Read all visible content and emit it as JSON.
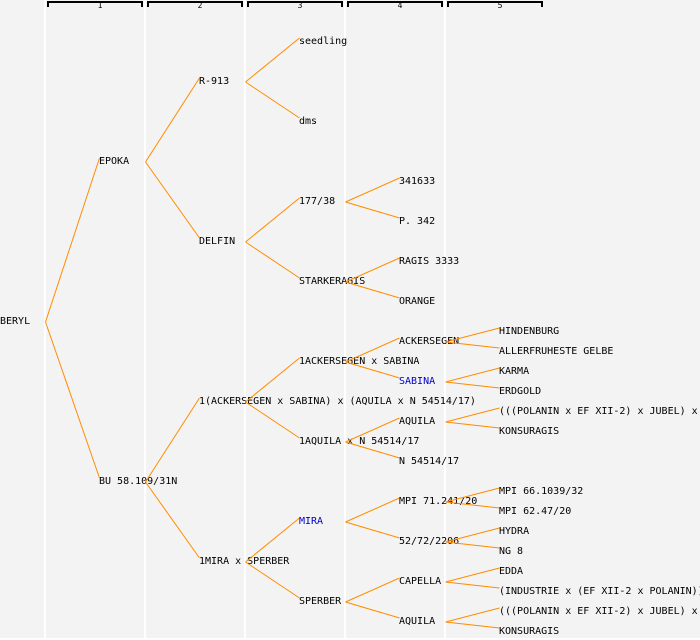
{
  "title": "Pedigree tree of BERYL",
  "colors": {
    "edge": "#ff8c00",
    "highlight": "#0000cc",
    "background": "#f3f3f3",
    "text": "#000000"
  },
  "generations": [
    "1",
    "2",
    "3",
    "4",
    "5"
  ],
  "tree": {
    "label": "BERYL",
    "children": [
      {
        "label": "EPOKA",
        "children": [
          {
            "label": "R-913",
            "children": [
              {
                "label": "seedling"
              },
              {
                "label": "dms"
              }
            ]
          },
          {
            "label": "DELFIN",
            "children": [
              {
                "label": "177/38",
                "children": [
                  {
                    "label": "341633"
                  },
                  {
                    "label": "P. 342"
                  }
                ]
              },
              {
                "label": "STARKERAGIS",
                "children": [
                  {
                    "label": "RAGIS 3333"
                  },
                  {
                    "label": "ORANGE"
                  }
                ]
              }
            ]
          }
        ]
      },
      {
        "label": "BU 58.109/31N",
        "children": [
          {
            "label": "1(ACKERSEGEN x SABINA) x (AQUILA x N 54514/17)",
            "children": [
              {
                "label": "1ACKERSEGEN x SABINA",
                "children": [
                  {
                    "label": "ACKERSEGEN",
                    "children": [
                      {
                        "label": "HINDENBURG"
                      },
                      {
                        "label": "ALLERFRUHESTE GELBE"
                      }
                    ]
                  },
                  {
                    "label": "SABINA",
                    "highlight": true,
                    "children": [
                      {
                        "label": "KARMA"
                      },
                      {
                        "label": "ERDGOLD"
                      }
                    ]
                  }
                ]
              },
              {
                "label": "1AQUILA x N 54514/17",
                "children": [
                  {
                    "label": "AQUILA",
                    "children": [
                      {
                        "label": "(((POLANIN x EF XII-2) x JUBEL) x"
                      },
                      {
                        "label": "KONSURAGIS"
                      }
                    ]
                  },
                  {
                    "label": "N 54514/17"
                  }
                ]
              }
            ]
          },
          {
            "label": "1MIRA x SPERBER",
            "children": [
              {
                "label": "MIRA",
                "highlight": true,
                "children": [
                  {
                    "label": "MPI 71.241/20",
                    "children": [
                      {
                        "label": "MPI 66.1039/32"
                      },
                      {
                        "label": "MPI 62.47/20"
                      }
                    ]
                  },
                  {
                    "label": "52/72/2206",
                    "children": [
                      {
                        "label": "HYDRA"
                      },
                      {
                        "label": "NG 8"
                      }
                    ]
                  }
                ]
              },
              {
                "label": "SPERBER",
                "children": [
                  {
                    "label": "CAPELLA",
                    "children": [
                      {
                        "label": "EDDA"
                      },
                      {
                        "label": "(INDUSTRIE x (EF XII-2 x POLANIN))"
                      }
                    ]
                  },
                  {
                    "label": "AQUILA",
                    "children": [
                      {
                        "label": "(((POLANIN x EF XII-2) x JUBEL) x"
                      },
                      {
                        "label": "KONSURAGIS"
                      }
                    ]
                  }
                ]
              }
            ]
          }
        ]
      }
    ]
  }
}
